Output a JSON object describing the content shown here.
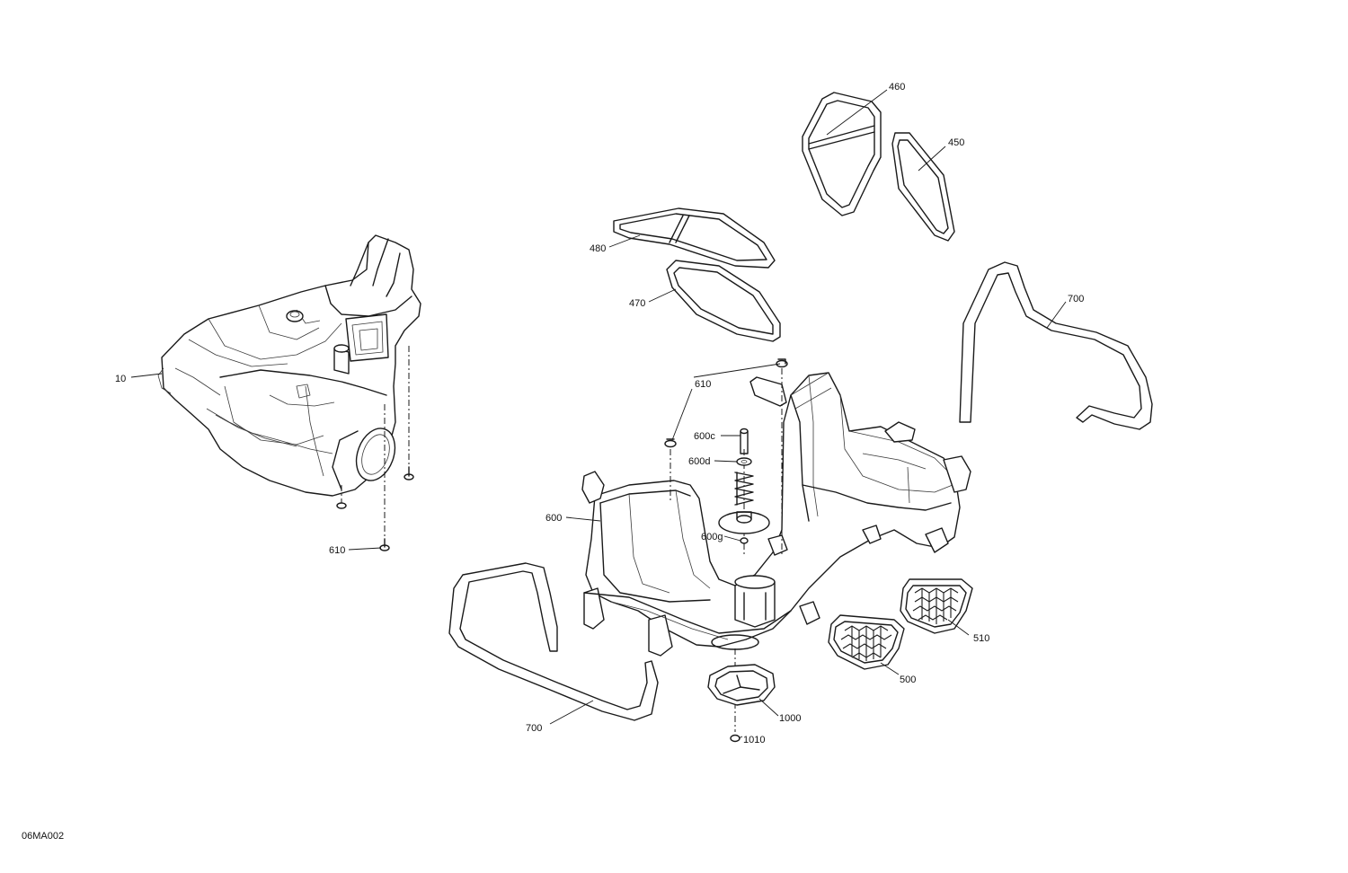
{
  "drawing": {
    "code": "06MA002",
    "callouts": {
      "c10": "10",
      "c460": "460",
      "c450": "450",
      "c480": "480",
      "c470": "470",
      "c700_right": "700",
      "c610_top": "610",
      "c600c": "600c",
      "c600d": "600d",
      "c600": "600",
      "c600g": "600g",
      "c610_left": "610",
      "c510": "510",
      "c500": "500",
      "c700_left": "700",
      "c1000": "1000",
      "c1010": "1010"
    }
  }
}
